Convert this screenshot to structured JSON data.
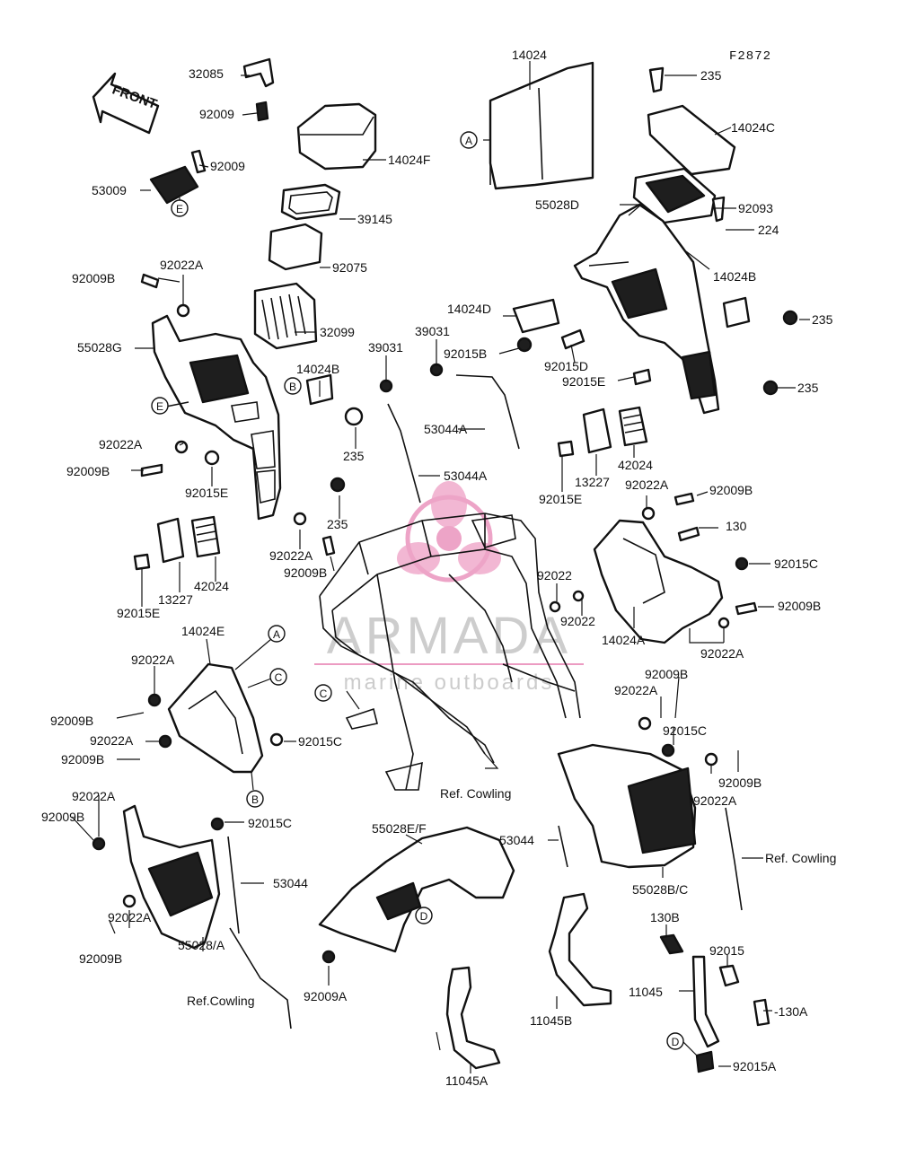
{
  "figure_code": "F2872",
  "front_arrow_label": "FRONT",
  "watermark": {
    "brand": "ARMADA",
    "tagline": "marine outboards",
    "logo_color": "#e05a9a"
  },
  "labels": {
    "l32085": "32085",
    "l92009_a": "92009",
    "l92009_b": "92009",
    "l53009": "53009",
    "l14024F": "14024F",
    "l39145": "39145",
    "l92075": "92075",
    "l14024": "14024",
    "l235_top": "235",
    "l14024C": "14024C",
    "l55028D": "55028D",
    "l92093": "92093",
    "l224": "224",
    "l14024B_r": "14024B",
    "l235_r1": "235",
    "l235_r2": "235",
    "l92009B_1": "92009B",
    "l92022A_1": "92022A",
    "l32099": "32099",
    "l55028G": "55028G",
    "l39031_a": "39031",
    "l39031_b": "39031",
    "l14024D": "14024D",
    "l92015B": "92015B",
    "l92015D": "92015D",
    "l92015E_r": "92015E",
    "l14024B_l": "14024B",
    "l53044A_a": "53044A",
    "l53044A_b": "53044A",
    "l235_l1": "235",
    "l235_l2": "235",
    "l92022A_2": "92022A",
    "l92009B_2": "92009B",
    "l92015E_l": "92015E",
    "l13227_r": "13227",
    "l42024_r": "42024",
    "l92015E_r2": "92015E",
    "l92022A_r1": "92022A",
    "l92009B_r1": "92009B",
    "l130": "130",
    "l92015C_r": "92015C",
    "l92022A_3": "92022A",
    "l92009B_3": "92009B",
    "l13227_l": "13227",
    "l42024_l": "42024",
    "l92015E_l2": "92015E",
    "l92022_a": "92022",
    "l92022_b": "92022",
    "l14024A": "14024A",
    "l92009B_r2": "92009B",
    "l92022A_r2": "92022A",
    "l14024E": "14024E",
    "l92022A_4": "92022A",
    "l92009B_4": "92009B",
    "l92022A_5": "92022A",
    "l92009B_5": "92009B",
    "l92015C_l": "92015C",
    "l92009B_r3": "92009B",
    "l92022A_r3": "92022A",
    "l92015C_r2": "92015C",
    "l92009B_r4": "92009B",
    "l92022A_r4": "92022A",
    "l92022A_6": "92022A",
    "l92009B_6": "92009B",
    "l92015C_m": "92015C",
    "l53044_l": "53044",
    "l92022A_7": "92022A",
    "l92009B_7": "92009B",
    "l55028A": "55028/A",
    "l55028EF": "55028E/F",
    "l53044_r": "53044",
    "lRefCowling_c": "Ref. Cowling",
    "lRefCowling_r": "Ref. Cowling",
    "lRefCowling_l": "Ref.Cowling",
    "l55028BC": "55028B/C",
    "l130B": "130B",
    "l92015": "92015",
    "l11045": "11045",
    "l130A": "-130A",
    "l92015A": "92015A",
    "l92009A": "92009A",
    "l11045B": "11045B",
    "l11045A": "11045A"
  },
  "callouts": {
    "cA_top": "A",
    "cE_top": "E",
    "cB_left": "B",
    "cE_left": "E",
    "cA_mid": "A",
    "cC_mid": "C",
    "cC_frame": "C",
    "cB_mid": "B",
    "cD_mid": "D",
    "cD_low": "D"
  }
}
